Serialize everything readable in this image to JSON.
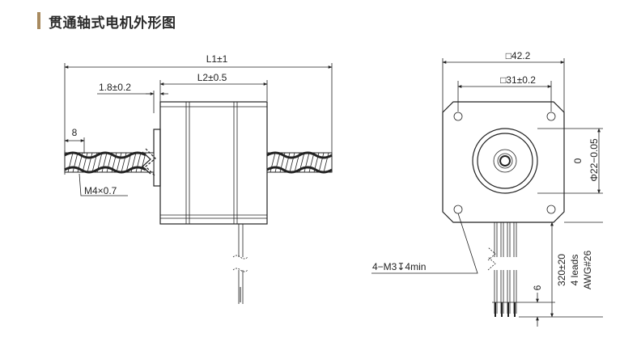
{
  "header": {
    "title": "贯通轴式电机外形图"
  },
  "side_view": {
    "dim_overall": "L1±1",
    "dim_body": "L2±0.5",
    "dim_flange": "1.8±0.2",
    "dim_thread_len": "8",
    "thread_label": "M4×0.7"
  },
  "front_view": {
    "dim_width": "□42.2",
    "dim_hole_spacing": "□31±0.2",
    "dim_pilot_tol": "0",
    "dim_pilot": "Φ22−0.05",
    "hole_note": "4−M3↧4min",
    "lead_len": "320±20",
    "lead_count": "4 leads",
    "lead_gauge": "AWG#26",
    "lead_strip": "6"
  }
}
